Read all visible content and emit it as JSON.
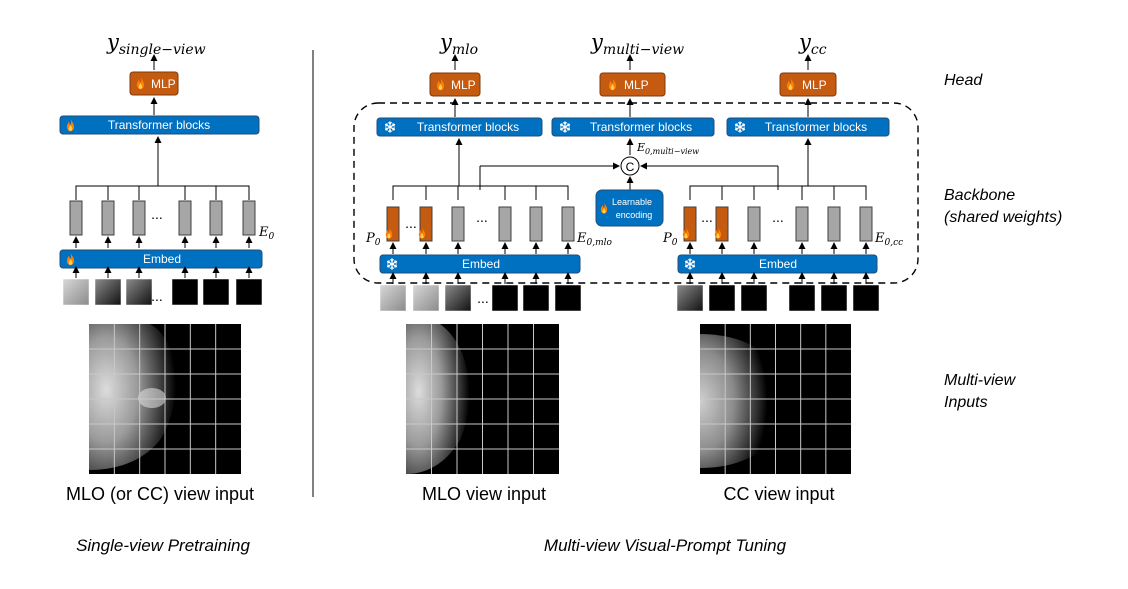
{
  "single_view": {
    "output": "y",
    "output_sub": "single−view",
    "mlp": "MLP",
    "transformer": "Transformer blocks",
    "embedding_sym": "E",
    "embedding_sub": "0",
    "embed": "Embed",
    "dots": "...",
    "input_label": "MLO (or CC) view input",
    "caption": "Single-view Pretraining"
  },
  "multi_view": {
    "out_mlo": "y",
    "out_mlo_sub": "mlo",
    "out_multi": "y",
    "out_multi_sub": "multi−view",
    "out_cc": "y",
    "out_cc_sub": "cc",
    "mlp": "MLP",
    "transformer": "Transformer blocks",
    "concat_symbol": "C",
    "multi_embed_sym": "E",
    "multi_embed_sub": "0,multi−view",
    "learnable_line1": "Learnable",
    "learnable_line2": "encoding",
    "prompt_sym": "P",
    "prompt_sub": "0",
    "mlo_embed_sym": "E",
    "mlo_embed_sub": "0,mlo",
    "cc_embed_sym": "E",
    "cc_embed_sub": "0,cc",
    "embed": "Embed",
    "dots": "...",
    "mlo_input_label": "MLO view input",
    "cc_input_label": "CC view input",
    "caption": "Multi-view Visual-Prompt Tuning"
  },
  "side_labels": {
    "head": "Head",
    "backbone_1": "Backbone",
    "backbone_2": "(shared weights)",
    "inputs_1": "Multi-view",
    "inputs_2": "Inputs"
  },
  "icons": {
    "trainable": "flame-icon",
    "frozen": "snowflake-icon"
  },
  "colors": {
    "mlp": "#c55a11",
    "blue_box": "#0070c0",
    "token": "#a6a6a6",
    "prompt": "#c55a11",
    "flame": "#ff7f00",
    "snow": "#ffffff"
  }
}
